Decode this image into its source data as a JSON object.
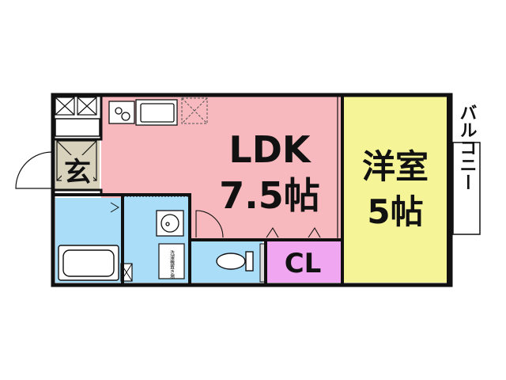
{
  "rooms": {
    "ldk": {
      "name": "LDK",
      "size": "7.5帖",
      "color": "#f7b9bd"
    },
    "western": {
      "name": "洋室",
      "size": "5帖",
      "color": "#f5f597"
    },
    "closet": {
      "name": "CL",
      "color": "#f1a6f1"
    },
    "entrance": {
      "name": "玄",
      "color": "#d8d2bd"
    },
    "balcony": {
      "name": "バルコニー"
    },
    "wet_area_color": "#aaddf7"
  },
  "fixtures": {
    "washer_label": "洗濯機置き場"
  },
  "icons": [
    "kitchen-stove-icon",
    "kitchen-sink-icon",
    "fridge-space-icon",
    "washbasin-icon",
    "toilet-icon",
    "bathtub-icon",
    "door-swing-icon",
    "storage-box-icon"
  ]
}
